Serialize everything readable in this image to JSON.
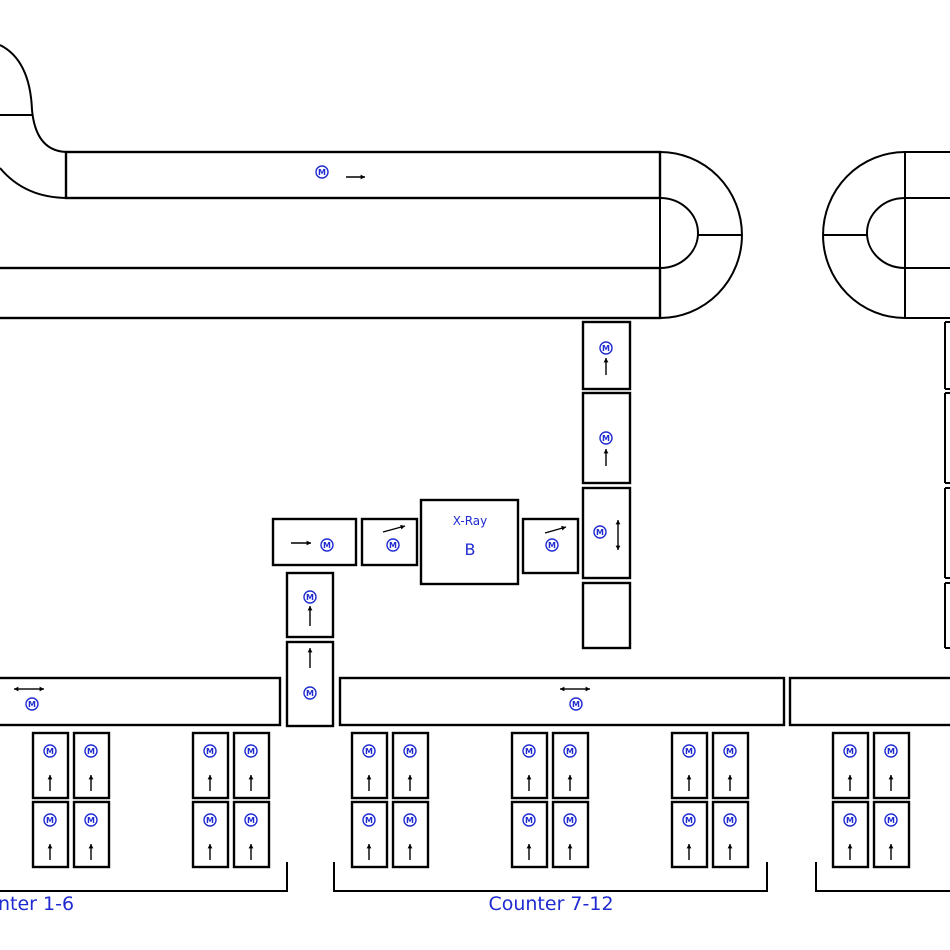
{
  "colors": {
    "line": "#000000",
    "accent_blue": "#1f2bd1",
    "background": "#ffffff"
  },
  "xray": {
    "title": "X-Ray",
    "letter": "B"
  },
  "motor_symbol": "M",
  "counter_groups": [
    {
      "label": "nter 1-6"
    },
    {
      "label": "Counter 7-12"
    }
  ],
  "icons": [
    "motor-icon",
    "direction-arrow-icon",
    "bidirectional-arrow-icon"
  ]
}
